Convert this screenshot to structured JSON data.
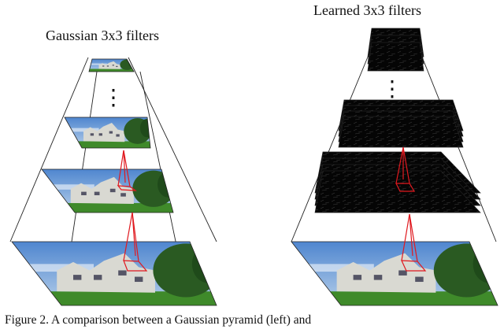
{
  "figure": {
    "left_panel_title": "Gaussian 3x3 filters",
    "right_panel_title": "Learned 3x3 filters",
    "ellipsis": "⋮",
    "colors": {
      "frame": "#222222",
      "filter_highlight": "#e0191f",
      "sky": "#6f9fd8",
      "grass": "#3f8a2a",
      "building": "#d9d9d2",
      "trees": "#2a5a22",
      "feature_map": "#060606"
    }
  },
  "caption": {
    "text": "Figure 2. A comparison between a Gaussian pyramid (left) and"
  }
}
